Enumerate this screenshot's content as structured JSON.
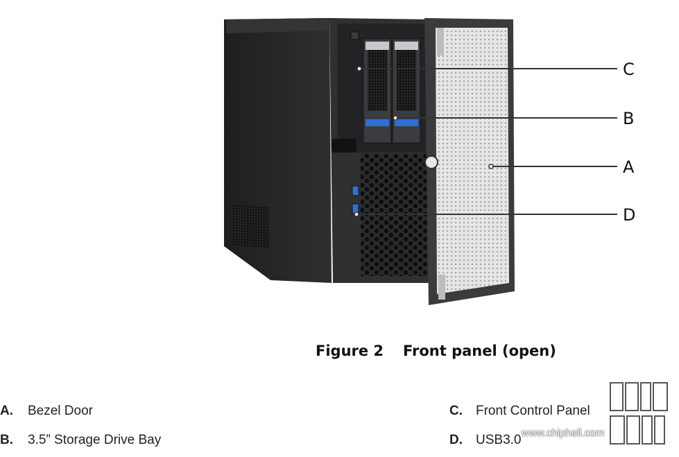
{
  "figure": {
    "number": "Figure 2",
    "title": "Front panel (open)"
  },
  "callouts": [
    {
      "letter": "C"
    },
    {
      "letter": "B"
    },
    {
      "letter": "A"
    },
    {
      "letter": "D"
    }
  ],
  "legend": {
    "left": [
      {
        "letter": "A.",
        "label": "Bezel Door"
      },
      {
        "letter": "B.",
        "label": "3.5” Storage Drive Bay"
      }
    ],
    "right": [
      {
        "letter": "C.",
        "label": "Front Control Panel"
      },
      {
        "letter": "D.",
        "label": "USB3.0"
      }
    ]
  },
  "watermark": {
    "site": "www.chiphell.com",
    "logo_text": "chiphell"
  },
  "colors": {
    "chassis": "#2b2c2e",
    "chassis_side": "#1f2022",
    "door_mesh": "#d9d9da",
    "usb_blue": "#2f6fd6",
    "callout_line": "#333333"
  }
}
